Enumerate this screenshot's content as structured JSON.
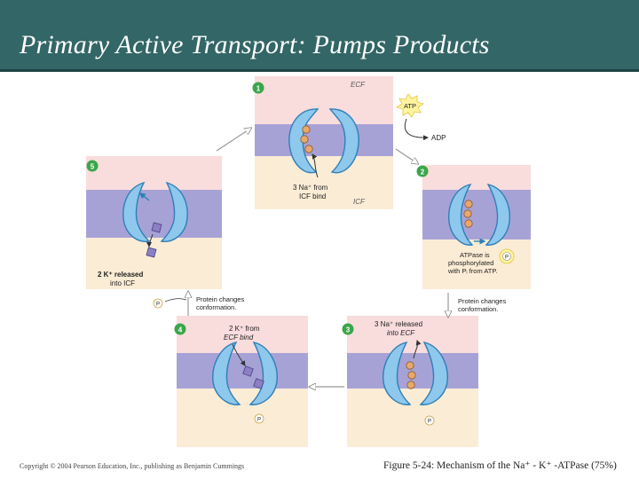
{
  "slide": {
    "title": "Primary Active Transport: Pumps Products",
    "footer_copyright": "Copyright © 2004 Pearson Education, Inc., publishing as Benjamin Cummings",
    "footer_caption": "Figure 5-24: Mechanism of the Na⁺ - K⁺ -ATPase (75%)"
  },
  "diagram": {
    "compartments": {
      "ecf": "ECF",
      "icf": "ICF"
    },
    "molecules": {
      "atp": "ATP",
      "adp": "ADP",
      "phosphate": "P"
    },
    "steps": [
      {
        "number": "1",
        "caption_line1": "3 Na⁺ from",
        "caption_line2": "ICF bind"
      },
      {
        "number": "2",
        "caption_line1": "ATPase is",
        "caption_line2": "phosphorylated",
        "caption_line3": "with Pᵢ from ATP."
      },
      {
        "number": "3",
        "caption_line1": "3 Na⁺ released",
        "caption_line2": "into ECF"
      },
      {
        "number": "4",
        "caption_line1": "2 K⁺ from",
        "caption_line2": "ECF bind"
      },
      {
        "number": "5",
        "caption_line1": "2 K⁺ released",
        "caption_line2": "into ICF"
      }
    ],
    "transitions": {
      "right_line1": "Protein changes",
      "right_line2": "conformation.",
      "left_line1": "Protein changes",
      "left_line2": "conformation."
    }
  },
  "colors": {
    "header": "#336666",
    "ecf": "#f9dcdc",
    "icf": "#fbecd5",
    "membrane": "#a7a2d6",
    "protein": "#8ec8ec",
    "sodium": "#e9a86b",
    "potassium": "#8b80c4",
    "atp": "#fff4a0"
  }
}
